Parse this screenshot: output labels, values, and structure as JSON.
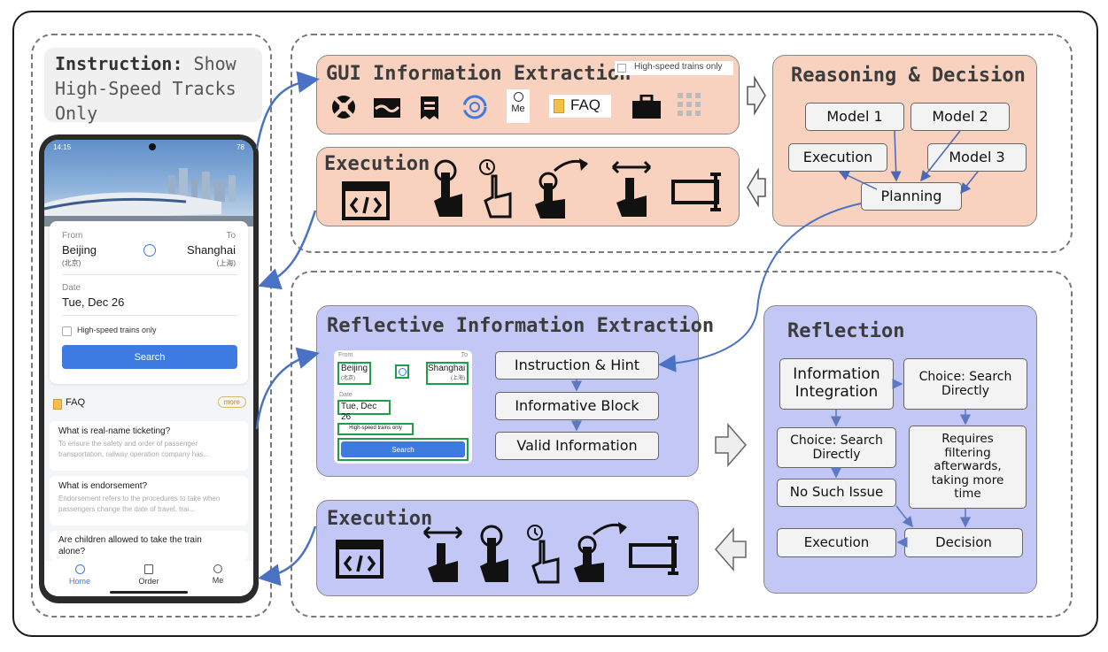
{
  "instruction": {
    "label": "Instruction:",
    "text": "Show High-Speed Tracks Only"
  },
  "phone": {
    "status_time": "14:15",
    "status_battery": "78",
    "from_label": "From",
    "to_label": "To",
    "from_city": "Beijing",
    "from_city_cn": "(北京)",
    "to_city": "Shanghai",
    "to_city_cn": "(上海)",
    "date_label": "Date",
    "date_value": "Tue, Dec 26",
    "high_speed_label": "High-speed trains only",
    "search_label": "Search",
    "faq_title": "FAQ",
    "more_label": "more",
    "faqs": [
      {
        "q": "What is real-name ticketing?",
        "a": "To ensure the safety and order of passenger transportation, railway operation company has..."
      },
      {
        "q": "What is endorsement?",
        "a": "Endorsement refers to the procedures to take when passengers change the date of travel, trai..."
      },
      {
        "q": "Are children allowed to take the train alone?",
        "a": ""
      }
    ],
    "tabs": [
      "Home",
      "Order",
      "Me"
    ]
  },
  "gui_extraction": {
    "title": "GUI Information Extraction",
    "checkbox_label": "High-speed trains only",
    "me_label": "Me",
    "faq_label": "FAQ"
  },
  "reasoning": {
    "title": "Reasoning & Decision",
    "model1": "Model 1",
    "model2": "Model 2",
    "model3": "Model 3",
    "execution": "Execution",
    "planning": "Planning"
  },
  "execution_top": {
    "title": "Execution"
  },
  "reflective": {
    "title": "Reflective Information Extraction",
    "mini_from": "From",
    "mini_to": "To",
    "mini_beijing": "Beijing",
    "mini_beijing_cn": "(北京)",
    "mini_shanghai": "Shanghai",
    "mini_shanghai_cn": "(上海)",
    "mini_date_label": "Date",
    "mini_date": "Tue, Dec 26",
    "mini_high_speed": "High-speed trains only",
    "mini_search": "Search",
    "steps": [
      "Instruction & Hint",
      "Informative Block",
      "Valid Information"
    ]
  },
  "reflection": {
    "title": "Reflection",
    "info_integration": "Information Integration",
    "choice_right": "Choice: Search Directly",
    "choice_left": "Choice: Search Directly",
    "requires": "Requires filtering afterwards, taking more time",
    "no_issue": "No Such Issue",
    "execution": "Execution",
    "decision": "Decision"
  },
  "execution_bottom": {
    "title": "Execution"
  },
  "colors": {
    "salmon": "#f8d2bf",
    "blue": "#c2c7f5",
    "arrow": "#4a72c4",
    "green": "#1e9e4a",
    "search_btn": "#3d7be0"
  }
}
